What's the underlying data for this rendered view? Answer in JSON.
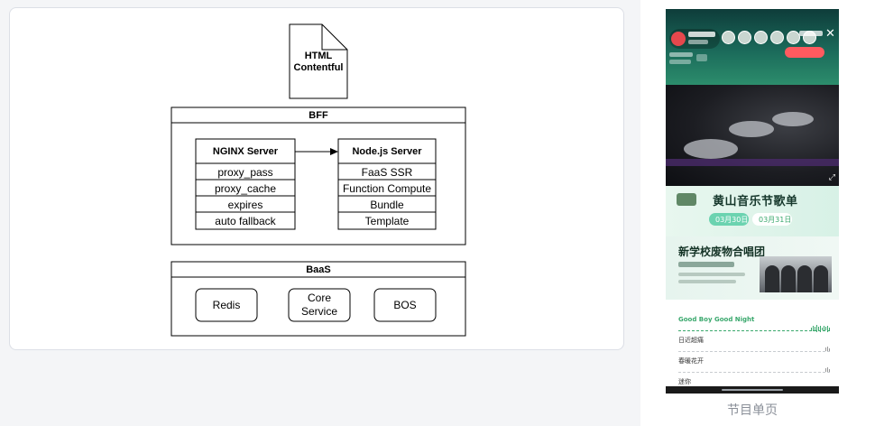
{
  "diagram": {
    "document": {
      "line1": "HTML",
      "line2": "Contentful"
    },
    "bff": {
      "title": "BFF",
      "nginx": {
        "title": "NGINX Server",
        "rows": [
          "proxy_pass",
          "proxy_cache",
          "expires",
          "auto fallback"
        ]
      },
      "node": {
        "title": "Node.js Server",
        "rows": [
          "FaaS SSR",
          "Function Compute",
          "Bundle",
          "Template"
        ]
      }
    },
    "baas": {
      "title": "BaaS",
      "services": [
        {
          "line1": "Redis",
          "line2": ""
        },
        {
          "line1": "Core",
          "line2": "Service"
        },
        {
          "line1": "BOS",
          "line2": ""
        }
      ]
    }
  },
  "phone": {
    "playlist_title": "黄山音乐节歌单",
    "dates": [
      "03月30日",
      "03月31日"
    ],
    "band_name": "新学校废物合唱团",
    "songs": [
      "Good Boy Good Night",
      "日近超痛",
      "春暖花开",
      "迷你"
    ],
    "colors": {
      "accent": "#3aa86d",
      "tab_active": "#6bd3b0"
    }
  },
  "caption": "节目单页"
}
